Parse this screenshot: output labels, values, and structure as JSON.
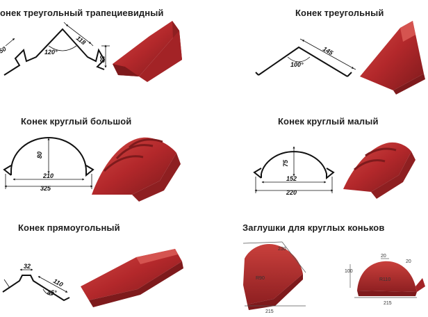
{
  "titles": {
    "t1": "онек треугольный трапециевидный",
    "t2": "Конек треугольный",
    "t3": "Конек круглый большой",
    "t4": "Конек круглый малый",
    "t5": "Конек прямоугольный",
    "t6": "Заглушки для круглых коньков"
  },
  "dims": {
    "trap_118": "118",
    "trap_120": "120°",
    "trap_30": "30",
    "trap_50": "50",
    "tri_145": "145",
    "tri_100": "100°",
    "rb_80": "80",
    "rb_210": "210",
    "rb_325": "325",
    "rs_75": "75",
    "rs_152": "152",
    "rs_220": "220",
    "rect_32": "32",
    "rect_110": "110",
    "rect_45": "45°",
    "cap1_230": "230",
    "cap1_r": "R90",
    "cap1_215": "215",
    "cap2_20a": "20",
    "cap2_20b": "20",
    "cap2_100": "100",
    "cap2_r": "R110",
    "cap2_215": "215"
  },
  "colors": {
    "metal": "#b3282b",
    "metal_dark": "#7e1a1c",
    "metal_light": "#d24a45",
    "line": "#111111"
  }
}
